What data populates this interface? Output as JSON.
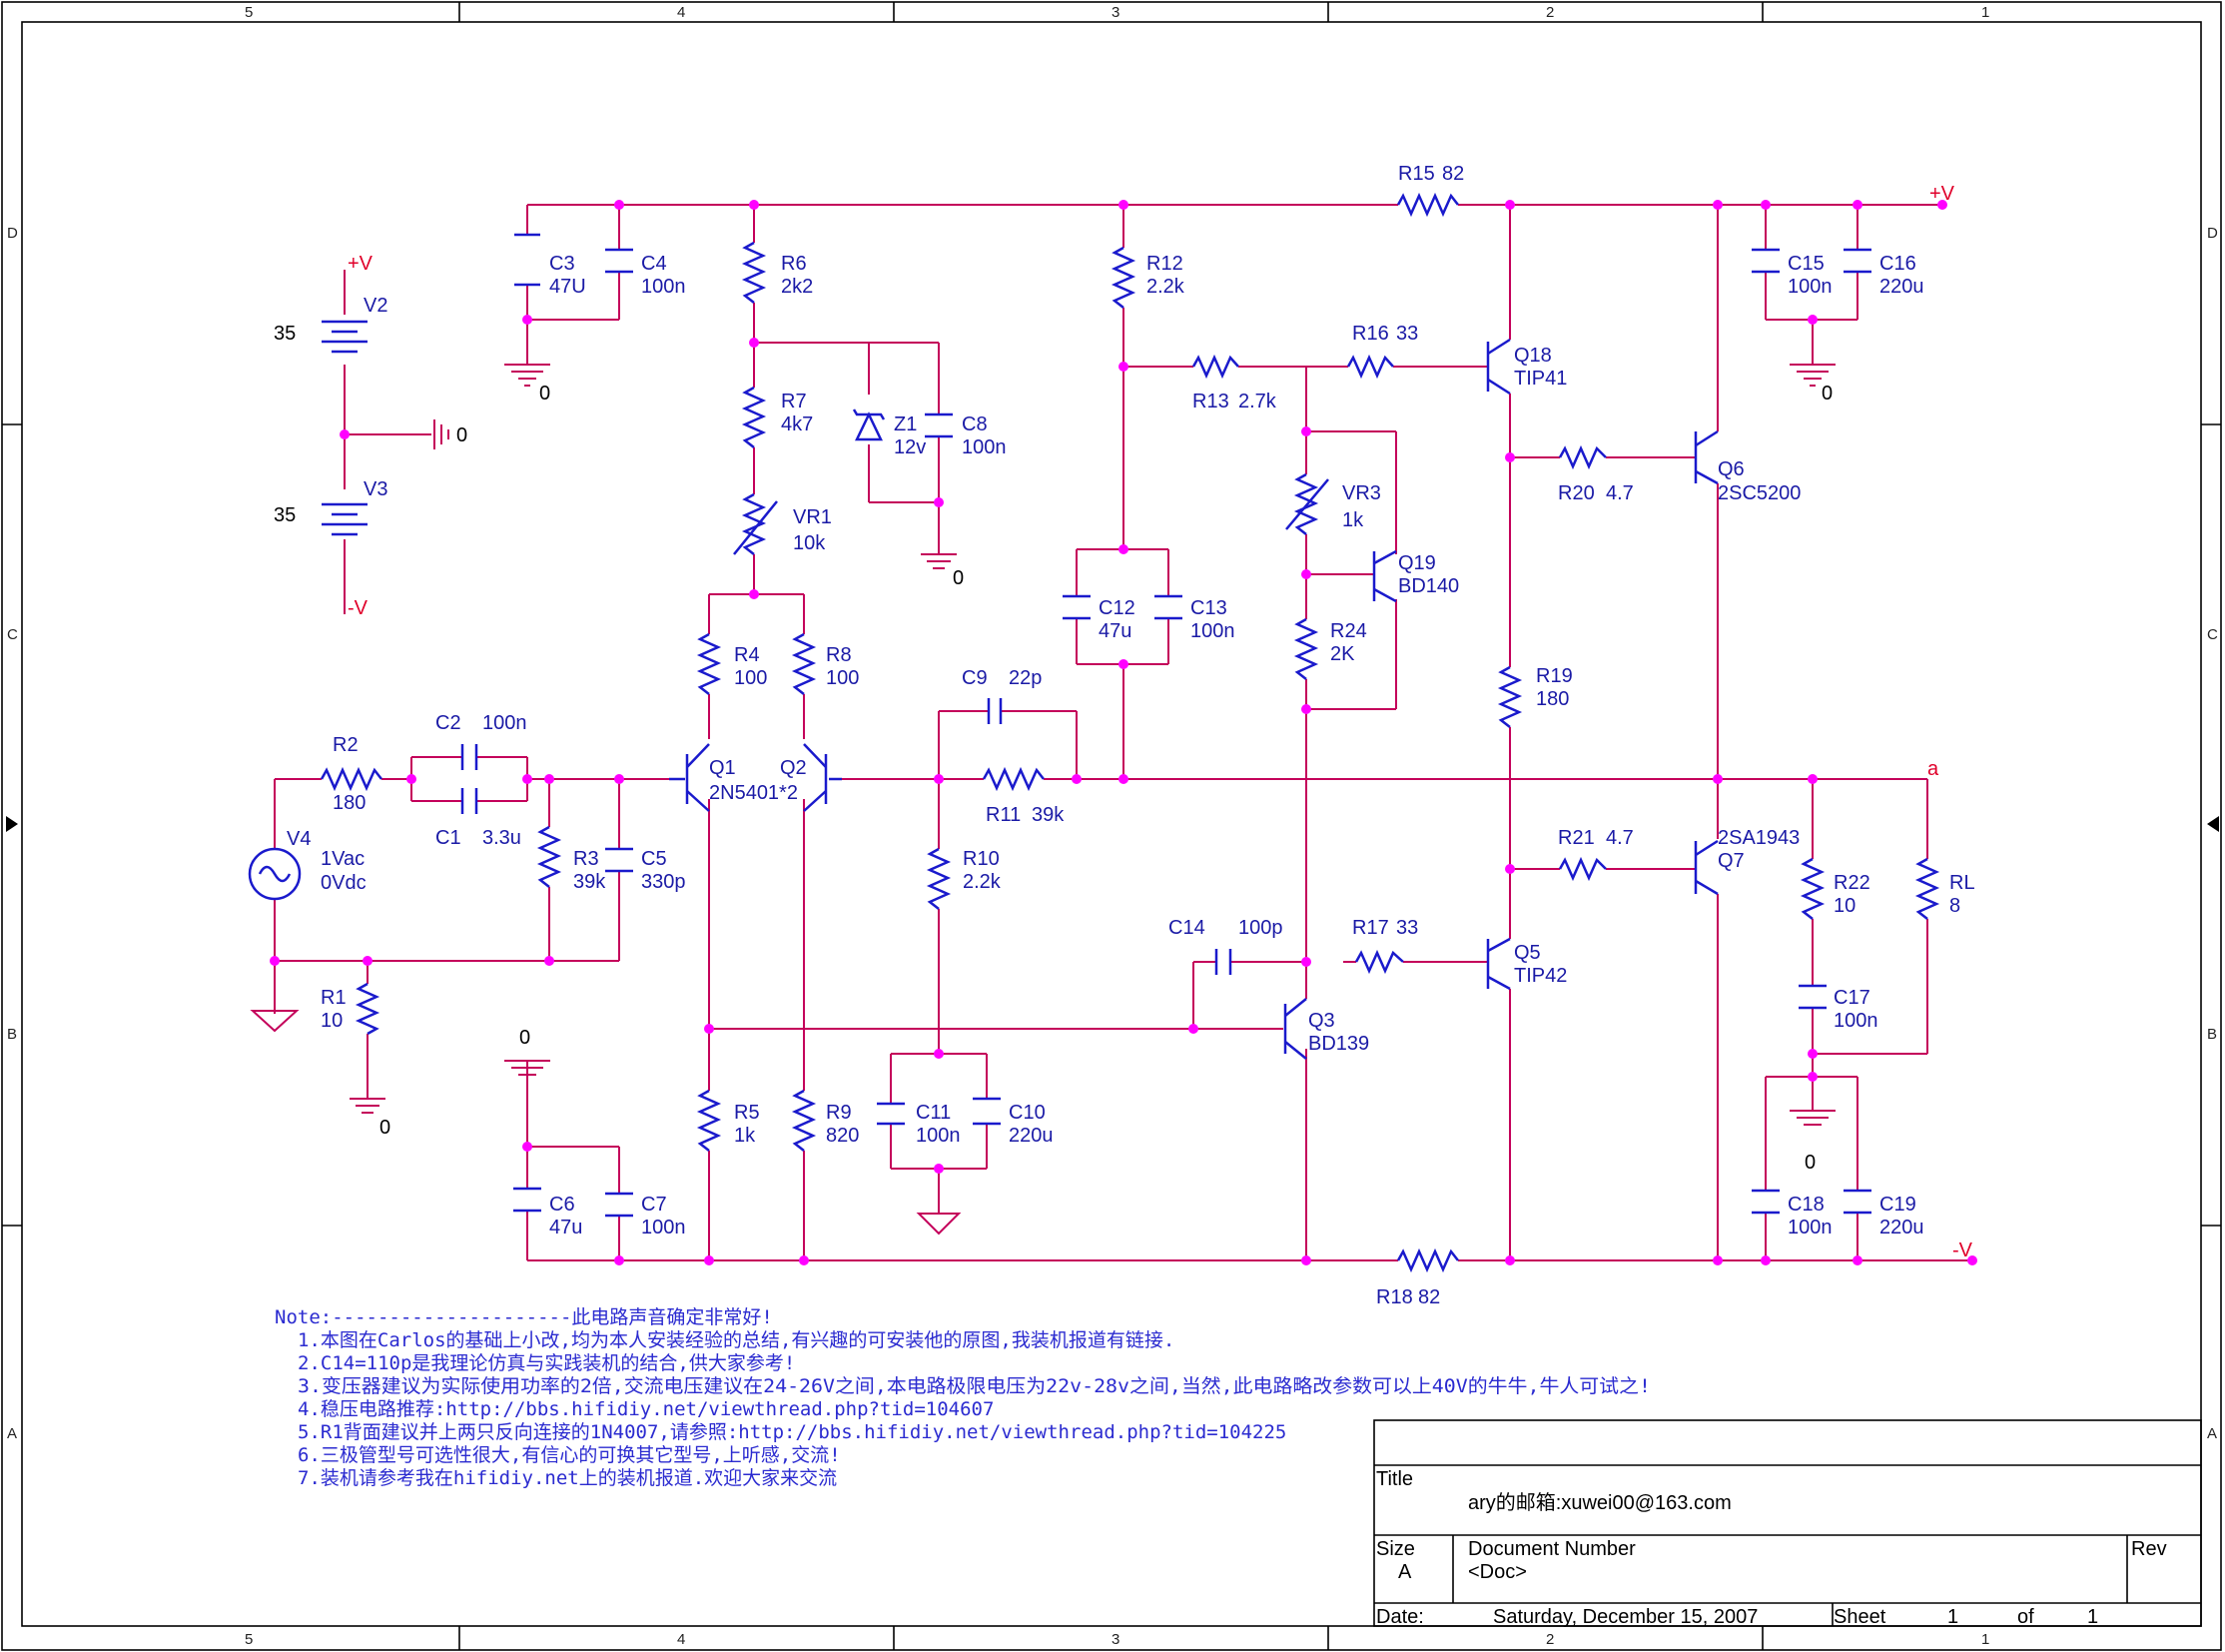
{
  "page": {
    "background": "#ffffff",
    "wire_color": "#c4005a",
    "component_color": "#1a1acc",
    "junction_color": "#ff00ff",
    "rail_label_color": "#e0002a"
  },
  "frame": {
    "columns": [
      "5",
      "4",
      "3",
      "2",
      "1"
    ],
    "rows": [
      "D",
      "C",
      "B",
      "A"
    ]
  },
  "rails": {
    "pos": "+V",
    "neg": "-V",
    "out": "a",
    "gnd": "0"
  },
  "supply": {
    "v2": {
      "ref": "V2",
      "val": "35"
    },
    "v3": {
      "ref": "V3",
      "val": "35"
    },
    "pos": "+V",
    "neg": "-V",
    "gnd": "0"
  },
  "source": {
    "ref": "V4",
    "l1": "1Vac",
    "l2": "0Vdc"
  },
  "resistors": {
    "r1": {
      "ref": "R1",
      "val": "10"
    },
    "r2": {
      "ref": "R2",
      "val": "180"
    },
    "r3": {
      "ref": "R3",
      "val": "39k"
    },
    "r4": {
      "ref": "R4",
      "val": "100"
    },
    "r5": {
      "ref": "R5",
      "val": "1k"
    },
    "r6": {
      "ref": "R6",
      "val": "2k2"
    },
    "r7": {
      "ref": "R7",
      "val": "4k7"
    },
    "r8": {
      "ref": "R8",
      "val": "100"
    },
    "r9": {
      "ref": "R9",
      "val": "820"
    },
    "r10": {
      "ref": "R10",
      "val": "2.2k"
    },
    "r11": {
      "ref": "R11",
      "val": "39k"
    },
    "r12": {
      "ref": "R12",
      "val": "2.2k"
    },
    "r13": {
      "ref": "R13",
      "val": "2.7k"
    },
    "r15": {
      "ref": "R15",
      "val": "82"
    },
    "r16": {
      "ref": "R16",
      "val": "33"
    },
    "r17": {
      "ref": "R17",
      "val": "33"
    },
    "r18": {
      "ref": "R18",
      "val": "82"
    },
    "r19": {
      "ref": "R19",
      "val": "180"
    },
    "r20": {
      "ref": "R20",
      "val": "4.7"
    },
    "r21": {
      "ref": "R21",
      "val": "4.7"
    },
    "r22": {
      "ref": "R22",
      "val": "10"
    },
    "r24": {
      "ref": "R24",
      "val": "2K"
    },
    "rl": {
      "ref": "RL",
      "val": "8"
    }
  },
  "pots": {
    "vr1": {
      "ref": "VR1",
      "val": "10k"
    },
    "vr3": {
      "ref": "VR3",
      "val": "1k"
    }
  },
  "capacitors": {
    "c1": {
      "ref": "C1",
      "val": "3.3u"
    },
    "c2": {
      "ref": "C2",
      "val": "100n"
    },
    "c3": {
      "ref": "C3",
      "val": "47U"
    },
    "c4": {
      "ref": "C4",
      "val": "100n"
    },
    "c5": {
      "ref": "C5",
      "val": "330p"
    },
    "c6": {
      "ref": "C6",
      "val": "47u"
    },
    "c7": {
      "ref": "C7",
      "val": "100n"
    },
    "c8": {
      "ref": "C8",
      "val": "100n"
    },
    "c9": {
      "ref": "C9",
      "val": "22p"
    },
    "c10": {
      "ref": "C10",
      "val": "220u"
    },
    "c11": {
      "ref": "C11",
      "val": "100n"
    },
    "c12": {
      "ref": "C12",
      "val": "47u"
    },
    "c13": {
      "ref": "C13",
      "val": "100n"
    },
    "c14": {
      "ref": "C14",
      "val": "100p"
    },
    "c15": {
      "ref": "C15",
      "val": "100n"
    },
    "c16": {
      "ref": "C16",
      "val": "220u"
    },
    "c17": {
      "ref": "C17",
      "val": "100n"
    },
    "c18": {
      "ref": "C18",
      "val": "100n"
    },
    "c19": {
      "ref": "C19",
      "val": "220u"
    }
  },
  "zener": {
    "ref": "Z1",
    "val": "12v"
  },
  "transistors": {
    "q1": {
      "ref": "Q1"
    },
    "q2": {
      "ref": "Q2"
    },
    "q12": {
      "val": "2N5401*2"
    },
    "q3": {
      "ref": "Q3",
      "val": "BD139"
    },
    "q5": {
      "ref": "Q5",
      "val": "TIP42"
    },
    "q6": {
      "ref": "Q6",
      "val": "2SC5200"
    },
    "q7": {
      "ref": "Q7",
      "val": "2SA1943"
    },
    "q18": {
      "ref": "Q18",
      "val": "TIP41"
    },
    "q19": {
      "ref": "Q19",
      "val": "BD140"
    }
  },
  "notes": [
    "Note:---------------------此电路声音确定非常好!",
    "1.本图在Carlos的基础上小改,均为本人安装经验的总结,有兴趣的可安装他的原图,我装机报道有链接.",
    "2.C14=110p是我理论仿真与实践装机的结合,供大家参考!",
    "3.变压器建议为实际使用功率的2倍,交流电压建议在24-26V之间,本电路极限电压为22v-28v之间,当然,此电路略改参数可以上40V的牛牛,牛人可试之!",
    "4.稳压电路推荐:http://bbs.hifidiy.net/viewthread.php?tid=104607",
    "5.R1背面建议并上两只反向连接的1N4007,请参照:http://bbs.hifidiy.net/viewthread.php?tid=104225",
    "6.三极管型号可选性很大,有信心的可换其它型号,上听感,交流!",
    "7.装机请参考我在hifidiy.net上的装机报道.欢迎大家来交流"
  ],
  "title_block": {
    "title_label": "Title",
    "title_value": "ary的邮箱:xuwei00@163.com",
    "size_label": "Size",
    "size_value": "A",
    "docnum_label": "Document Number",
    "docnum_value": "<Doc>",
    "rev_label": "Rev",
    "date_label": "Date:",
    "date_value": "Saturday, December 15, 2007",
    "sheet_label": "Sheet",
    "sheet_num": "1",
    "of_label": "of",
    "sheet_total": "1"
  }
}
